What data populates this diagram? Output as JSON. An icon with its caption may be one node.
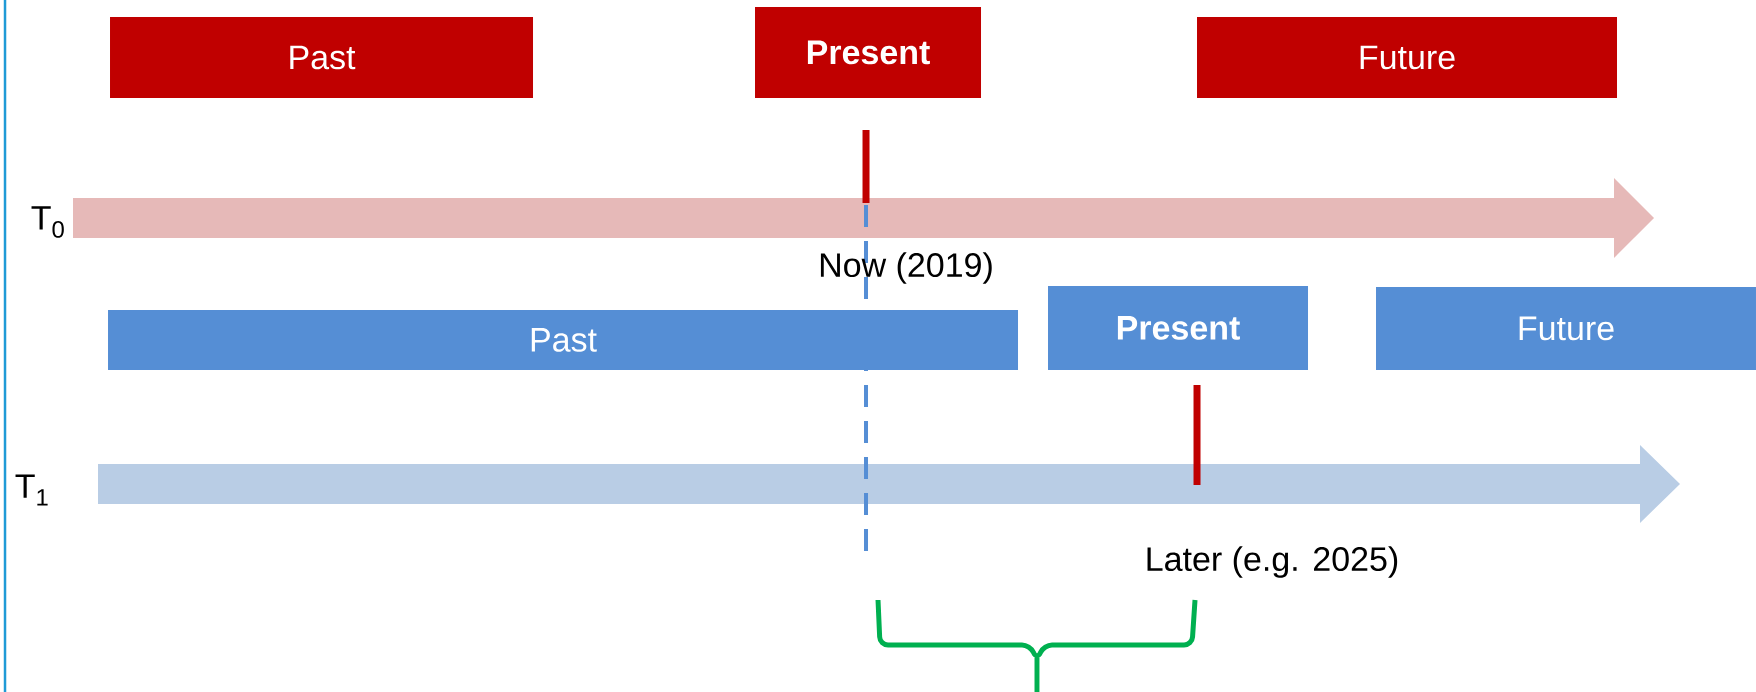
{
  "diagram": {
    "nodes": [
      {
        "text": [
          "Past"
        ]
      },
      {
        "text": [
          "Present"
        ]
      },
      {
        "text": [
          "Future"
        ]
      },
      {
        "text": [
          "Past"
        ]
      },
      {
        "text": [
          "Present"
        ]
      },
      {
        "text": [
          "Future"
        ]
      }
    ],
    "labels": [
      "T$_{0}$",
      "Now (2019)",
      "T$_{1}$",
      "Later (e.g. 2025)"
    ]
  }
}
